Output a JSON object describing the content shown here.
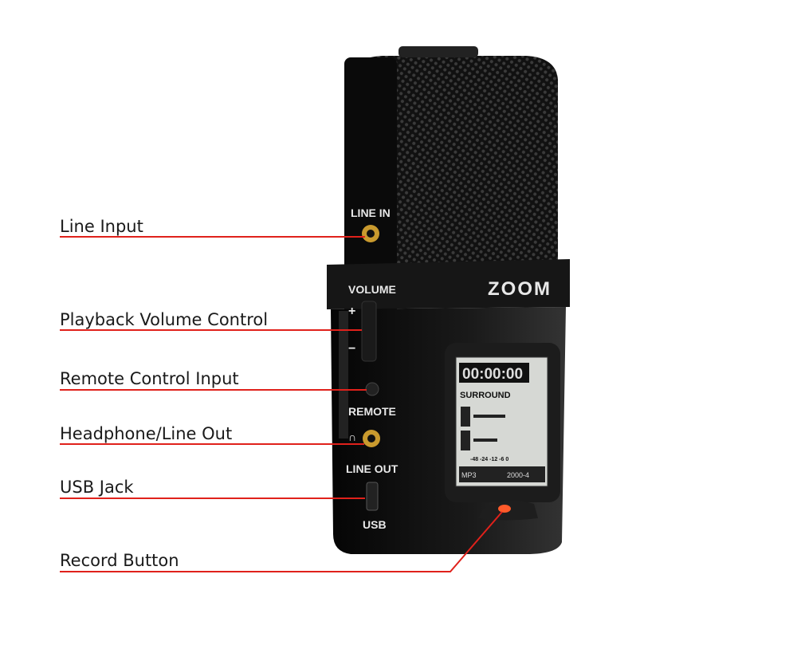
{
  "callouts": [
    {
      "id": "line-input",
      "label": "Line Input"
    },
    {
      "id": "playback-volume",
      "label": "Playback Volume Control"
    },
    {
      "id": "remote-input",
      "label": "Remote Control Input"
    },
    {
      "id": "headphone-out",
      "label": "Headphone/Line Out"
    },
    {
      "id": "usb-jack",
      "label": "USB Jack"
    },
    {
      "id": "record-button",
      "label": "Record Button"
    }
  ],
  "device": {
    "brand": "ZOOM",
    "side_labels": {
      "line_in": "LINE IN",
      "volume": "VOLUME",
      "plus": "+",
      "minus": "−",
      "remote": "REMOTE",
      "line_out": "LINE OUT",
      "usb": "USB"
    },
    "lcd": {
      "counter": "00:00:00",
      "mode": "SURROUND",
      "scale": "-48 -24 -12 -6 0",
      "format": "MP3",
      "info": "2000-4"
    }
  },
  "colors": {
    "callout_line": "#e0211b",
    "body": "#0b0b0b",
    "jack": "#c99a2e",
    "record": "#ff5a2a"
  }
}
